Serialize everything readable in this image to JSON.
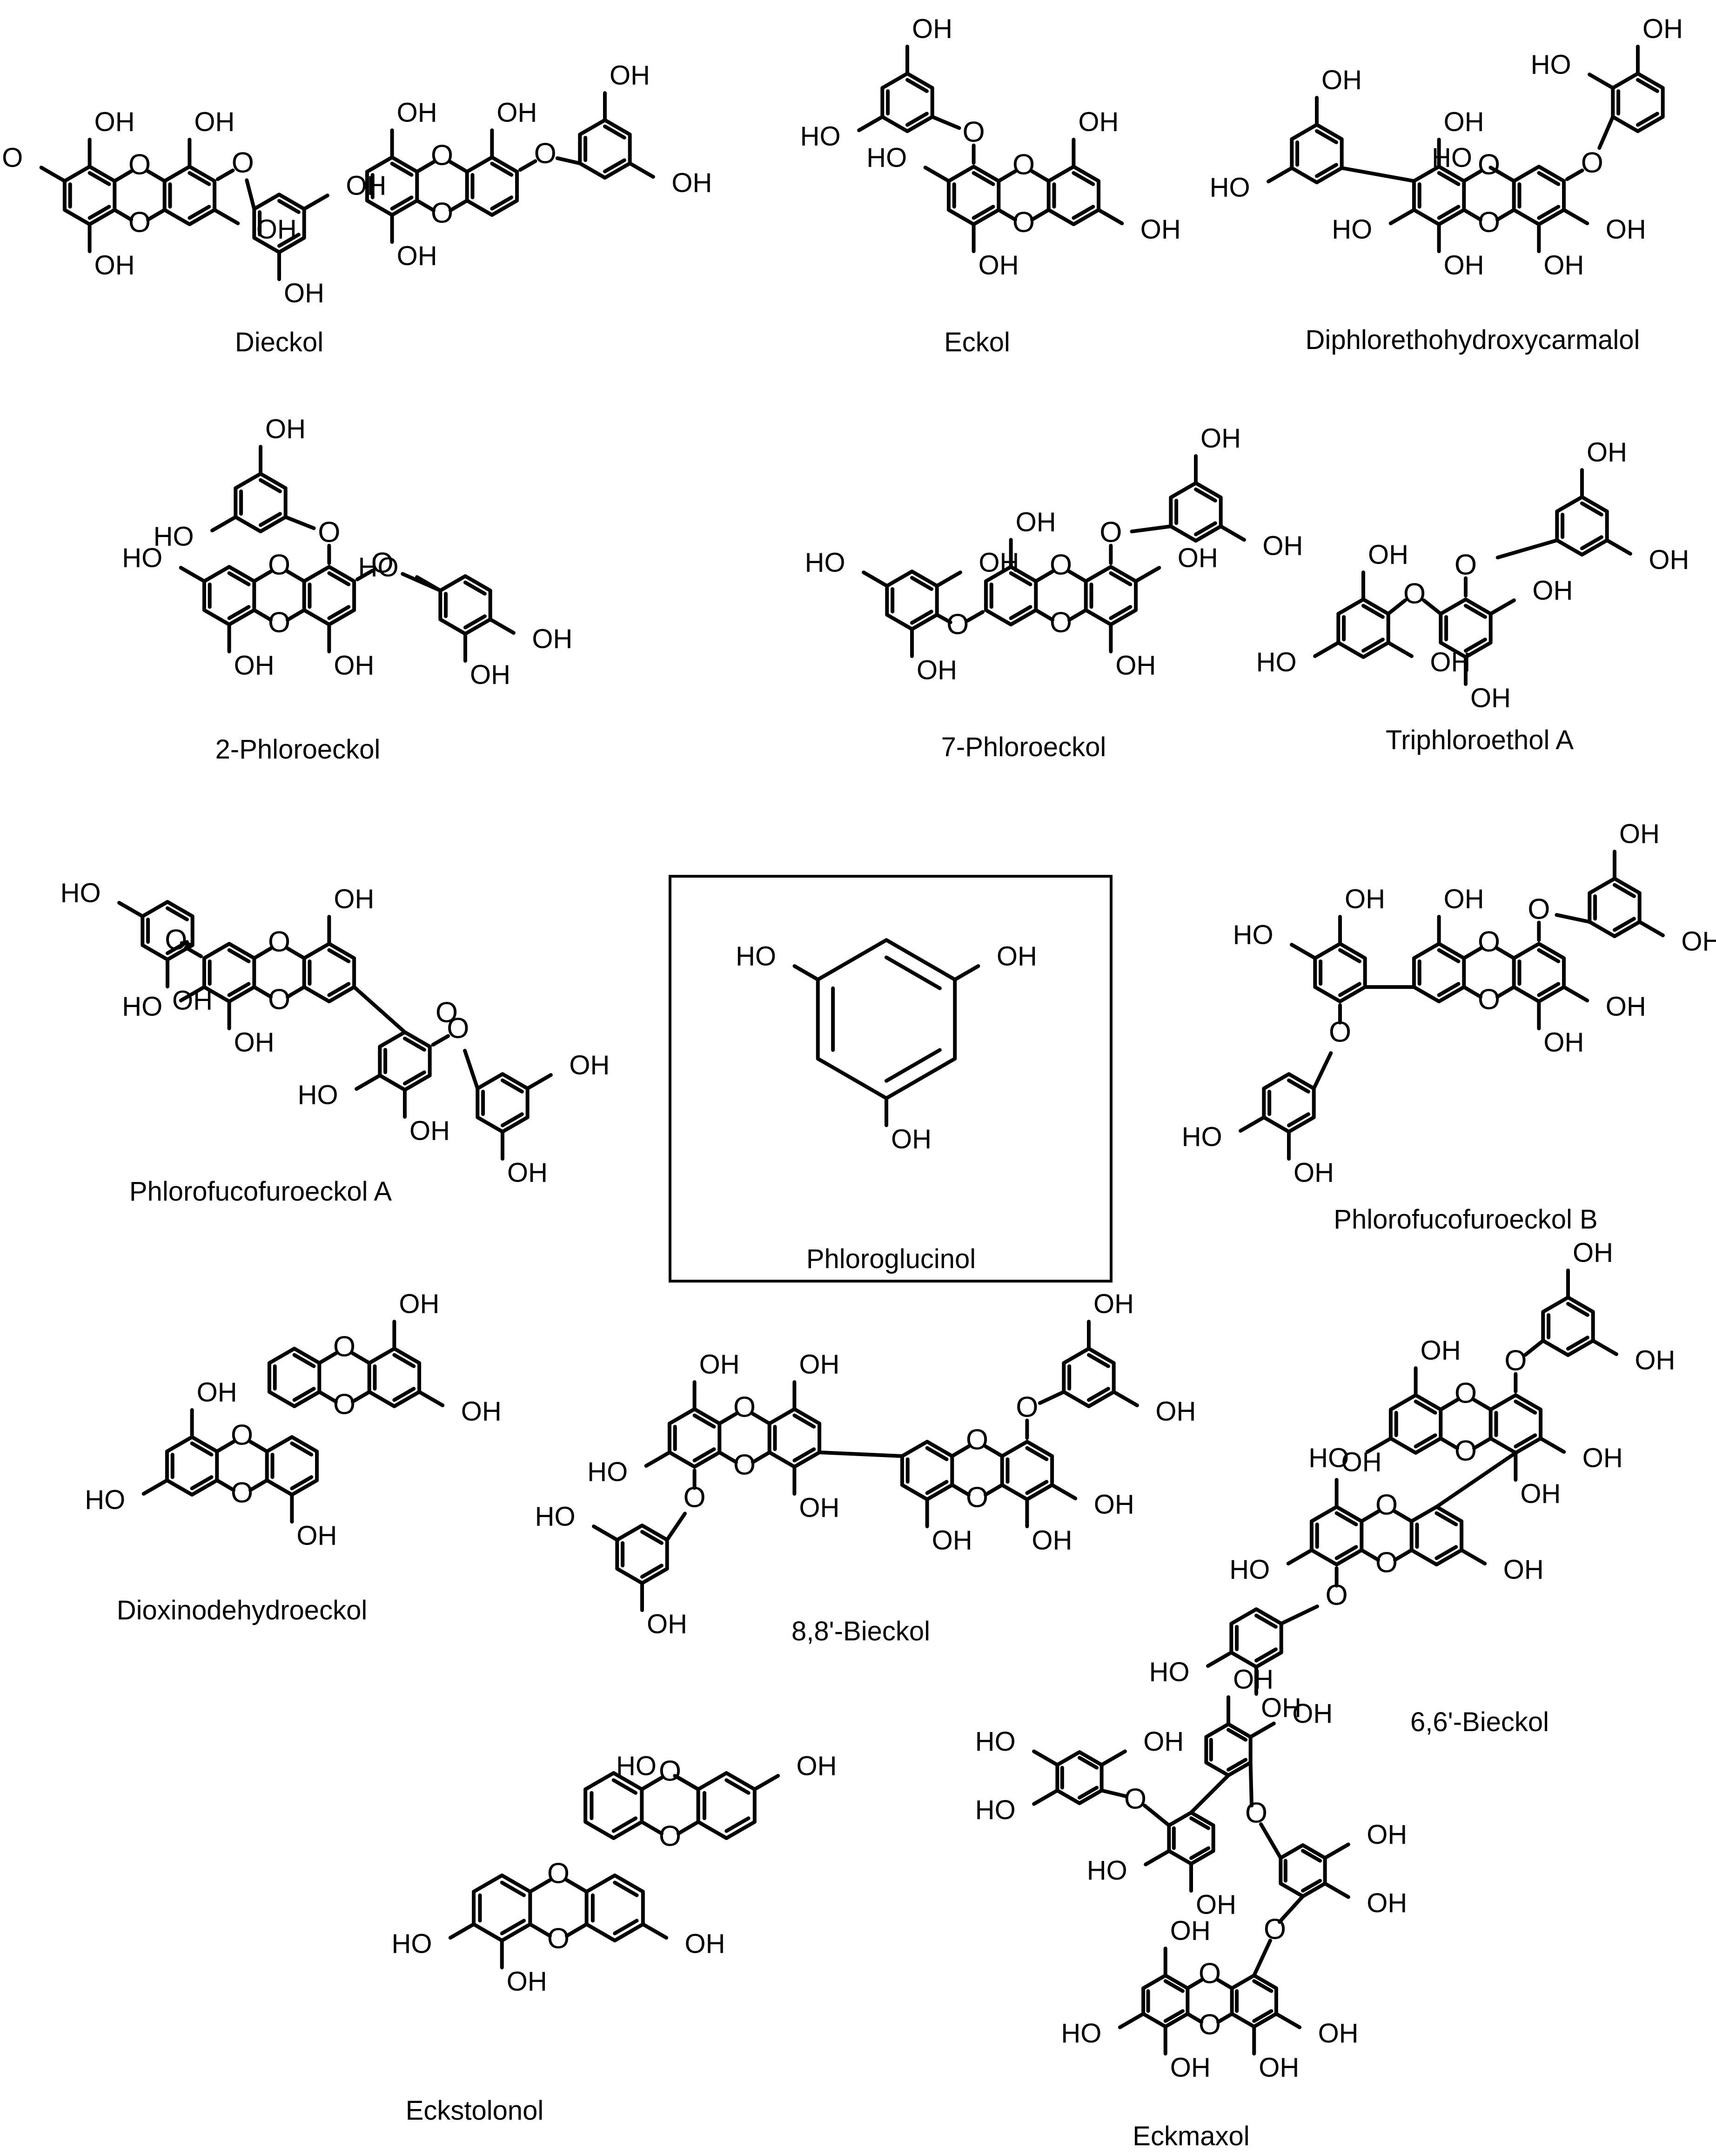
{
  "caption_labels": {
    "dieckol": "Dieckol",
    "eckol": "Eckol",
    "diphlorethohydroxycarmalol": "Diphlorethohydroxycarmalol",
    "phloroeckol_2": "2-Phloroeckol",
    "phloroeckol_7": "7-Phloroeckol",
    "triphloroethol_a": "Triphloroethol A",
    "phlorofucofuroeckol_a": "Phlorofucofuroeckol A",
    "phloroglucinol": "Phloroglucinol",
    "phlorofucofuroeckol_b": "Phlorofucofuroeckol B",
    "dioxinodehydroeckol": "Dioxinodehydroeckol",
    "bieckol_88": "8,8'-Bieckol",
    "bieckol_66": "6,6'-Bieckol",
    "eckstolonol": "Eckstolonol",
    "eckmaxol": "Eckmaxol"
  },
  "atom_labels": {
    "hydroxyl": "OH",
    "hydroxyl_left": "HO",
    "ether_oxygen": "O"
  }
}
